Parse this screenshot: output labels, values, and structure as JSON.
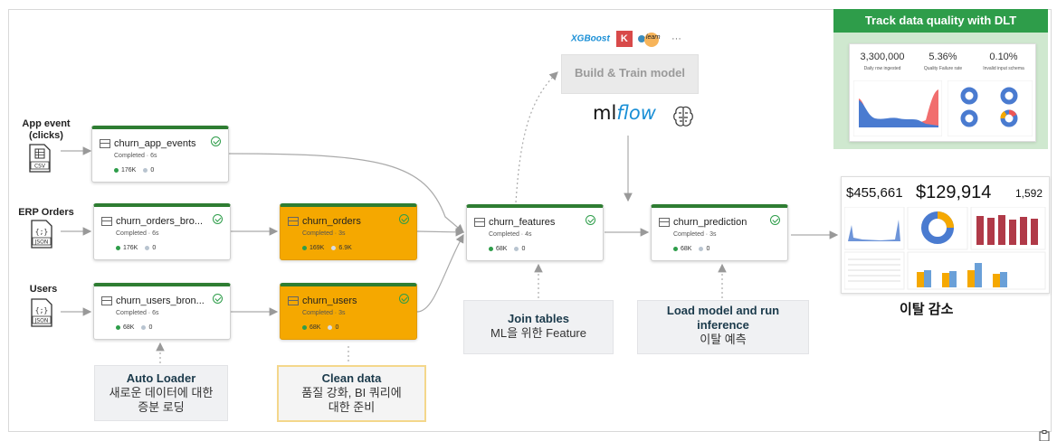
{
  "sources": [
    {
      "label": "App event\n(clicks)",
      "format": "CSV"
    },
    {
      "label": "ERP Orders",
      "format": "JSON"
    },
    {
      "label": "Users",
      "format": "JSON"
    }
  ],
  "nodes": {
    "churn_app_events": {
      "title": "churn_app_events",
      "status": "Completed · 6s",
      "ok": "176K",
      "err": "0"
    },
    "churn_orders_bronze": {
      "title": "churn_orders_bro...",
      "status": "Completed · 6s",
      "ok": "176K",
      "err": "0"
    },
    "churn_users_bronze": {
      "title": "churn_users_bron...",
      "status": "Completed · 6s",
      "ok": "68K",
      "err": "0"
    },
    "churn_orders": {
      "title": "churn_orders",
      "status": "Completed · 3s",
      "ok": "169K",
      "err": "6.9K"
    },
    "churn_users": {
      "title": "churn_users",
      "status": "Completed · 3s",
      "ok": "68K",
      "err": "0"
    },
    "churn_features": {
      "title": "churn_features",
      "status": "Completed · 4s",
      "ok": "68K",
      "err": "0"
    },
    "churn_prediction": {
      "title": "churn_prediction",
      "status": "Completed · 3s",
      "ok": "68K",
      "err": "0"
    }
  },
  "callouts": {
    "auto_loader": {
      "title": "Auto Loader",
      "line1": "새로운 데이터에 대한",
      "line2": "증분 로딩"
    },
    "clean_data": {
      "title": "Clean data",
      "line1": "품질 강화, BI 쿼리에",
      "line2": "대한 준비"
    },
    "join_tables": {
      "title": "Join tables",
      "line1": "ML을 위한 Feature"
    },
    "inference": {
      "title": "Load model and run",
      "title2": "inference",
      "line1": "이탈 예측"
    }
  },
  "ml": {
    "libs": {
      "xgboost": "XGBoost",
      "k": "K",
      "sklearn": "learn",
      "more": "···"
    },
    "build_train": "Build & Train model",
    "mlflow_ml": "ml",
    "mlflow_flow": "flow"
  },
  "dlt": {
    "title": "Track data quality with DLT",
    "kpis": [
      {
        "value": "3,300,000",
        "label": "Daily row ingested"
      },
      {
        "value": "5.36%",
        "label": "Quality Failure rate"
      },
      {
        "value": "0.10%",
        "label": "Invalid input schema"
      }
    ]
  },
  "dashboard": {
    "kpis": [
      "$455,661",
      "$129,914",
      "1,592"
    ],
    "caption": "이탈 감소"
  },
  "colors": {
    "green": "#2e7d32",
    "orange": "#f5a800",
    "accent": "#2e9d4a"
  }
}
